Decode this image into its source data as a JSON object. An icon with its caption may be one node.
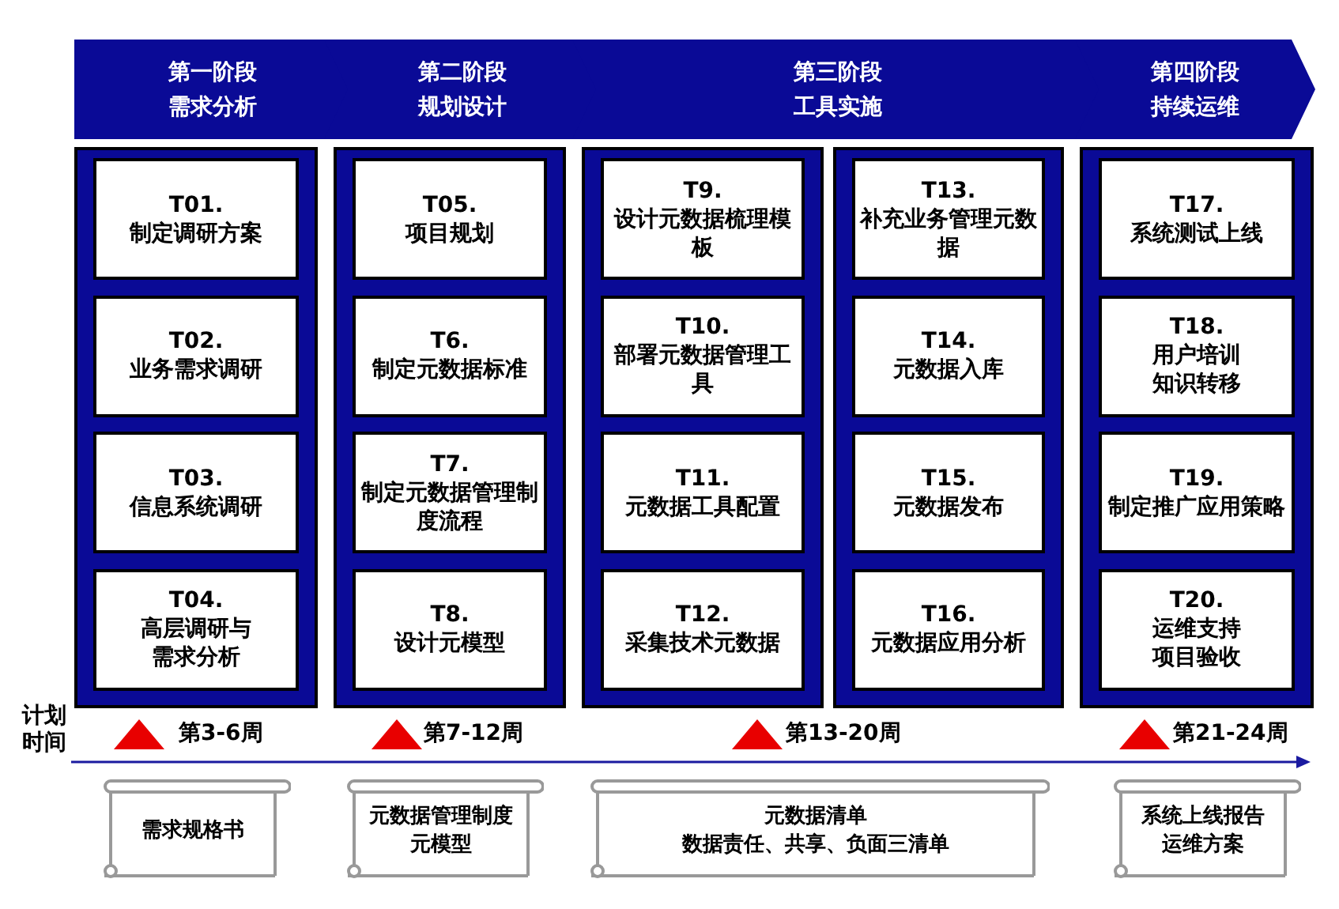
{
  "diagram": {
    "nodes": [
      {
        "text": [
          "第一阶段",
          "需求分析"
        ]
      },
      {
        "text": [
          "第二阶段",
          "规划设计"
        ]
      },
      {
        "text": [
          "第三阶段",
          "工具实施"
        ]
      },
      {
        "text": [
          "第四阶段",
          "持续运维"
        ]
      },
      {
        "text": [],
        "shape": "box"
      },
      {
        "text": [
          "T01.",
          "制定调研方案"
        ],
        "in": 4
      },
      {
        "text": [
          "T02.",
          "业务需求调研"
        ],
        "in": 4
      },
      {
        "text": [
          "T03.",
          "信息系统调研"
        ],
        "in": 4
      },
      {
        "text": [
          "T04.",
          "高层调研与",
          "需求分析"
        ],
        "in": 4
      },
      {
        "text": [],
        "shape": "box"
      },
      {
        "text": [
          "T05.",
          "项目规划"
        ],
        "in": 9
      },
      {
        "text": [
          "T6.",
          "制定元数据标准"
        ],
        "in": 9
      },
      {
        "text": [
          "T7.",
          "制定元数据管理制度流程"
        ],
        "in": 9
      },
      {
        "text": [
          "T8.",
          "设计元模型"
        ],
        "in": 9
      },
      {
        "text": [],
        "shape": "box"
      },
      {
        "text": [
          "T9.",
          "设计元数据梳理模板"
        ],
        "in": 14
      },
      {
        "text": [
          "T10.",
          "部署元数据管理工具"
        ],
        "in": 14
      },
      {
        "text": [
          "T11.",
          "元数据工具配置"
        ],
        "in": 14
      },
      {
        "text": [
          "T12.",
          "采集技术元数据"
        ],
        "in": 14
      },
      {
        "text": [],
        "shape": "box"
      },
      {
        "text": [
          "T13.",
          "补充业务管理元数据"
        ],
        "in": 19
      },
      {
        "text": [
          "T14.",
          "元数据入库"
        ],
        "in": 19
      },
      {
        "text": [
          "T15.",
          "元数据发布"
        ],
        "in": 19
      },
      {
        "text": [
          "T16.",
          "元数据应用分析"
        ],
        "in": 19
      },
      {
        "text": [],
        "shape": "box"
      },
      {
        "text": [
          "T17.",
          "系统测试上线"
        ],
        "in": 24
      },
      {
        "text": [
          "T18.",
          "用户培训",
          "知识转移"
        ],
        "in": 24
      },
      {
        "text": [
          "T19.",
          "制定推广应用策略"
        ],
        "in": 24
      },
      {
        "text": [
          "T20.",
          "运维支持",
          "项目验收"
        ],
        "in": 24
      },
      {
        "text": [
          "需求规格书"
        ]
      },
      {
        "text": [
          "元数据管理制度",
          "元模型"
        ]
      },
      {
        "text": [
          "元数据清单",
          "数据责任、共享、负面三清单"
        ]
      },
      {
        "text": [
          "系统上线报告",
          "运维方案"
        ]
      }
    ],
    "labels": [
      "计划时间",
      "第3-6周",
      "第7-12周",
      "第13-20周",
      "第21-24周"
    ]
  }
}
